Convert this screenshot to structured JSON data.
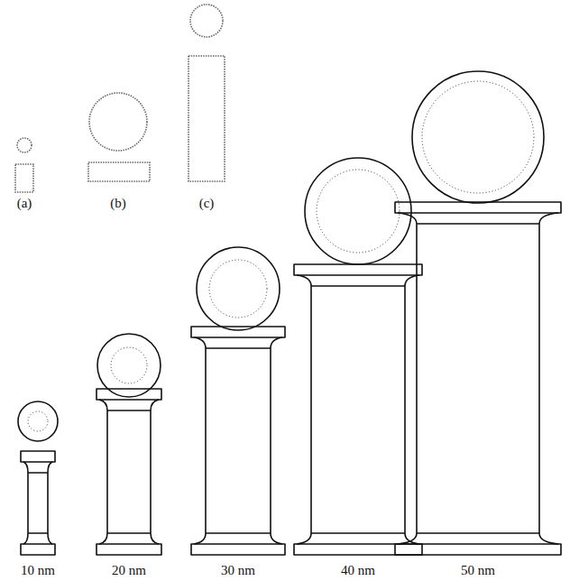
{
  "diagram": {
    "labels": [
      "(a)",
      "(b)",
      "(c)",
      "10 nm",
      "20 nm",
      "30 nm",
      "40 nm",
      "50 nm"
    ]
  }
}
